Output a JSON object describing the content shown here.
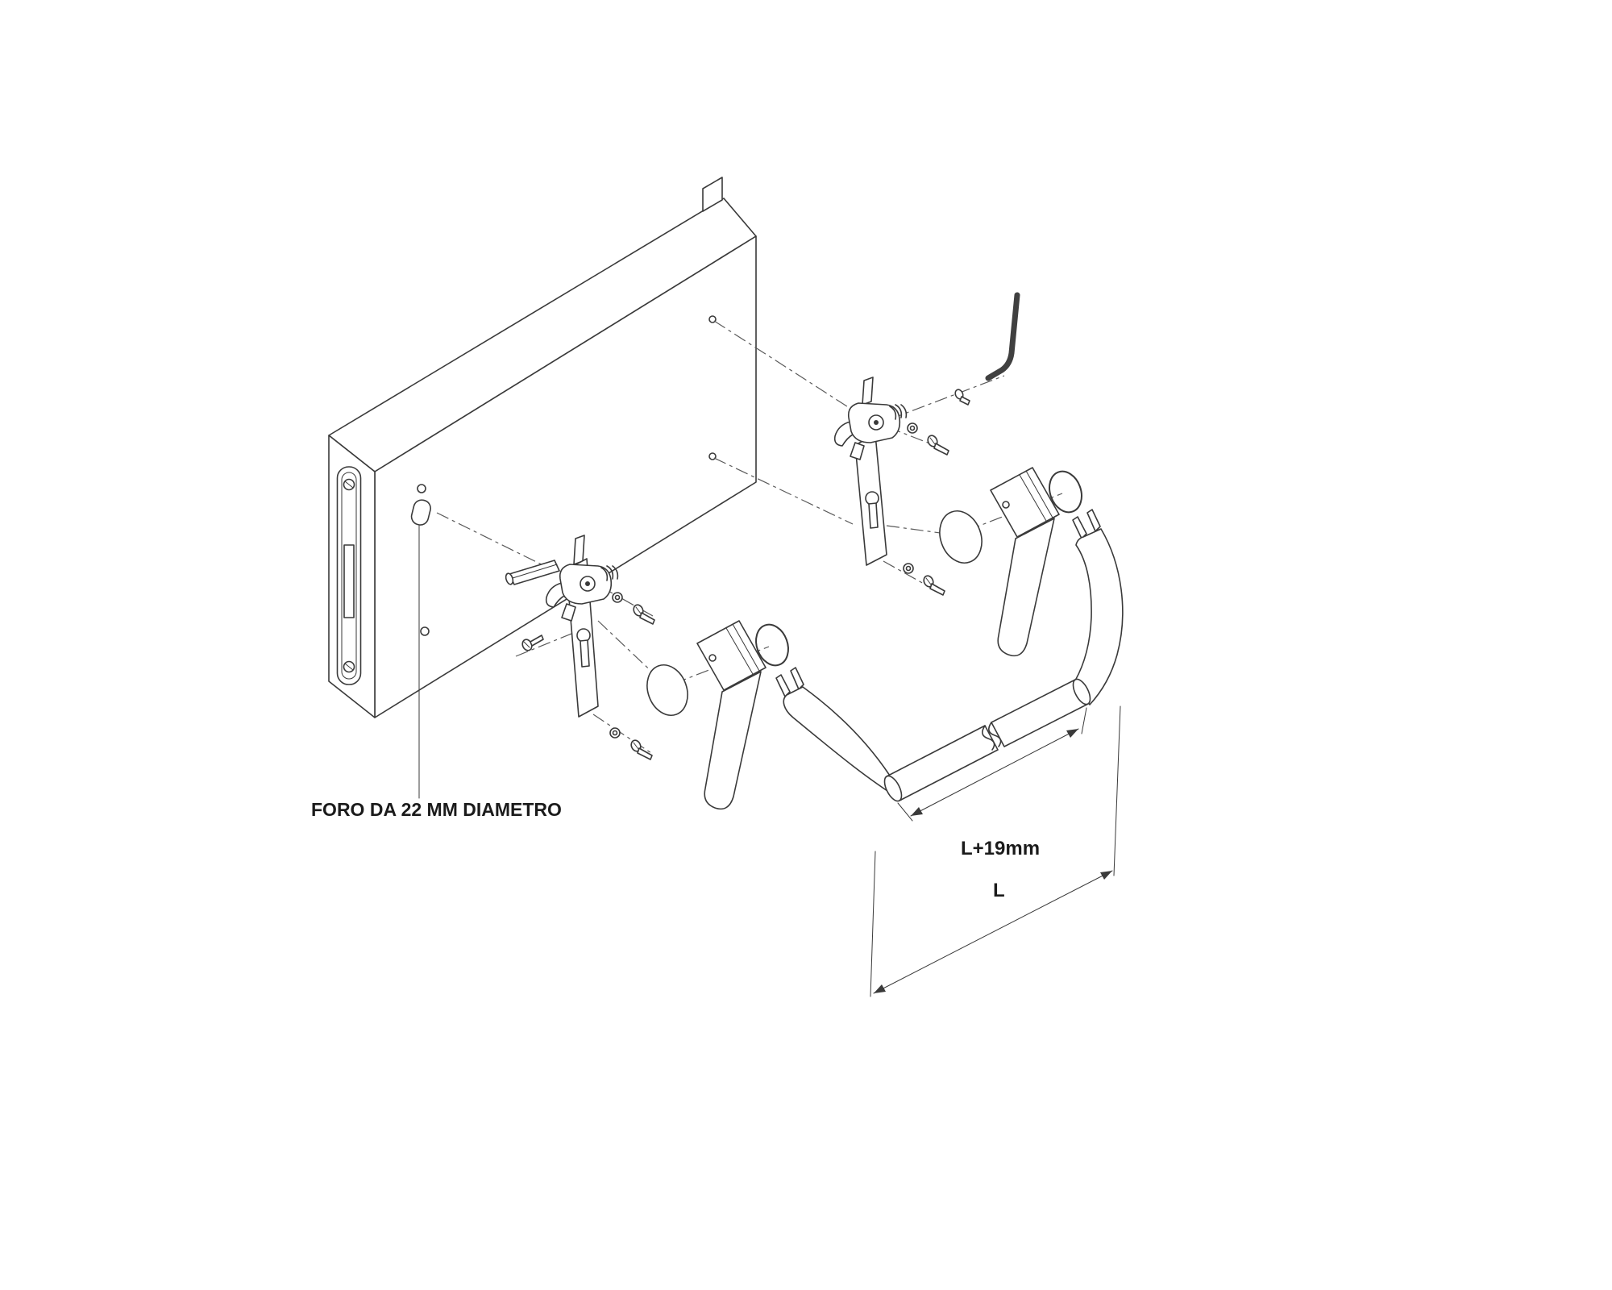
{
  "page": {
    "background": "#ffffff"
  },
  "diagram": {
    "kind": "exploded-assembly-technical-drawing",
    "colors": {
      "line": "#3a3a3a",
      "text": "#1b1b1b"
    },
    "labels": {
      "hole_note": "FORO DA 22 MM DIAMETRO",
      "dim_inner": "L+19mm",
      "dim_outer": "L"
    },
    "components": [
      "door-panel",
      "mortise-faceplate",
      "22mm-hole",
      "spacer-pin",
      "front-lock-mechanism",
      "rear-lock-mechanism",
      "mounting-screws",
      "front-lever-handle",
      "rear-lever-handle",
      "snap-rings",
      "allen-key",
      "grub-screw",
      "push-bar-assembly",
      "dimension-lines"
    ]
  }
}
